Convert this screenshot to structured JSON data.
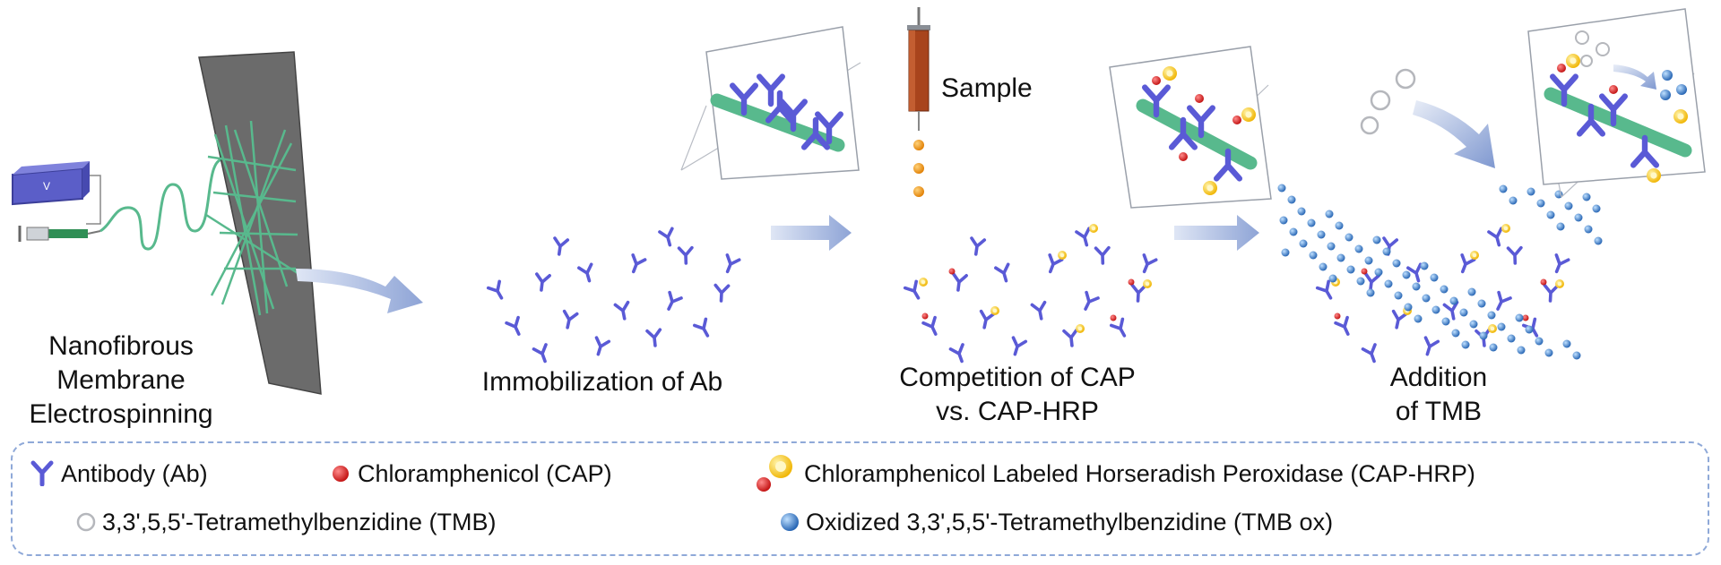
{
  "steps": {
    "electrospinning": [
      "Nanofibrous",
      "Membrane",
      "Electrospinning"
    ],
    "immobilization": "Immobilization of Ab",
    "competition": [
      "Competition of CAP",
      "vs. CAP-HRP"
    ],
    "addition": [
      "Addition",
      "of TMB"
    ]
  },
  "sample_label": "Sample",
  "voltage_symbol": "V",
  "legend": {
    "antibody": "Antibody (Ab)",
    "cap": "Chloramphenicol (CAP)",
    "cap_hrp": "Chloramphenicol Labeled Horseradish Peroxidase (CAP-HRP)",
    "tmb": "3,3',5,5'-Tetramethylbenzidine (TMB)",
    "tmb_ox": "Oxidized 3,3',5,5'-Tetramethylbenzidine (TMB ox)"
  },
  "colors": {
    "fiber": "#58b98d",
    "antibody": "#5a5ad6",
    "cap": "#d81e1e",
    "hrp": "#f2c21a",
    "tmb_ox": "#3a78c8",
    "arrow": "#9fb2dc",
    "legend_border": "#8fa9d8"
  }
}
